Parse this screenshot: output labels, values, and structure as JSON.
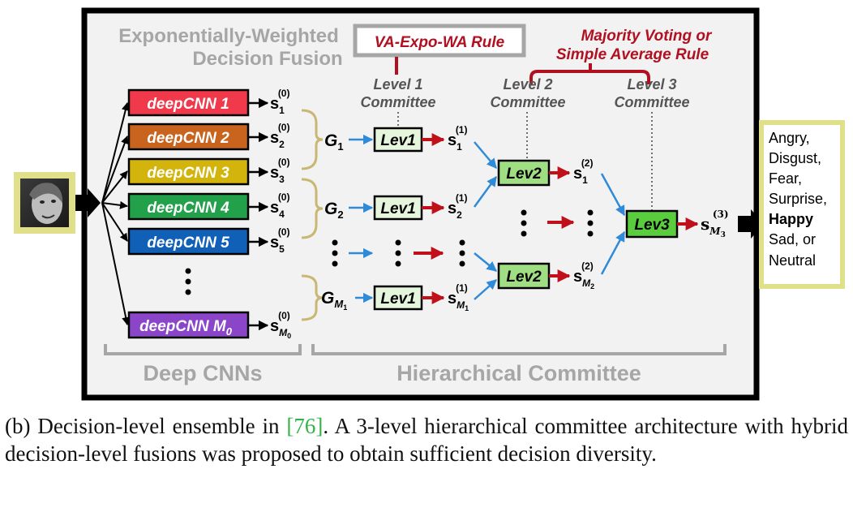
{
  "figure": {
    "title_line1": "Exponentially-Weighted",
    "title_line2": "Decision Fusion",
    "va_rule": "VA-Expo-WA Rule",
    "majority_line1": "Majority Voting or",
    "majority_line2": "Simple Average Rule",
    "level1_line1": "Level 1",
    "level1_line2": "Committee",
    "level2_line1": "Level 2",
    "level2_line2": "Committee",
    "level3_line1": "Level 3",
    "level3_line2": "Committee",
    "cnn_prefix": "deep",
    "cnns": [
      {
        "name": "CNN 1",
        "color": "#f0394a"
      },
      {
        "name": "CNN 2",
        "color": "#c8641e"
      },
      {
        "name": "CNN 3",
        "color": "#d2b40c"
      },
      {
        "name": "CNN 4",
        "color": "#22a04a"
      },
      {
        "name": "CNN 5",
        "color": "#1060b8"
      },
      {
        "name": "CNN M",
        "sub": "0",
        "color": "#8a45c8"
      }
    ],
    "score_symbol": "s",
    "cnn_scores": [
      {
        "sub": "1",
        "sup": "(0)"
      },
      {
        "sub": "2",
        "sup": "(0)"
      },
      {
        "sub": "3",
        "sup": "(0)"
      },
      {
        "sub": "4",
        "sup": "(0)"
      },
      {
        "sub": "5",
        "sup": "(0)"
      },
      {
        "sub": "M",
        "subsub": "0",
        "sup": "(0)"
      }
    ],
    "groups": [
      {
        "label": "G",
        "sub": "1"
      },
      {
        "label": "G",
        "sub": "2"
      },
      {
        "label": "G",
        "sub": "M",
        "subsub": "1"
      }
    ],
    "lev1_label": "Lev1",
    "lev1_scores": [
      {
        "sub": "1",
        "sup": "(1)"
      },
      {
        "sub": "2",
        "sup": "(1)"
      },
      {
        "sub": "M",
        "subsub": "1",
        "sup": "(1)"
      }
    ],
    "lev2_label": "Lev2",
    "lev2_scores": [
      {
        "sub": "1",
        "sup": "(2)"
      },
      {
        "sub": "M",
        "subsub": "2",
        "sup": "(2)"
      }
    ],
    "lev3_label": "Lev3",
    "lev3_score": {
      "sub": "M",
      "subsub": "3",
      "sup": "(3)"
    },
    "output_lines": [
      "Angry,",
      "Disgust,",
      "Fear,",
      "Surprise,",
      "Happy",
      ", Sad, or",
      "Neutral"
    ],
    "output_display": [
      "Angry,",
      "Disgust,",
      "Fear,",
      "Surprise,",
      "Sad, or",
      "Neutral"
    ],
    "output_bold": "Happy",
    "deep_cnns_label": "Deep CNNs",
    "committee_label": "Hierarchical Committee",
    "colors": {
      "frame": "#000000",
      "gray_text": "#a6a6a6",
      "dark_red": "#b01020",
      "blue_arrow": "#2f8ad8",
      "red_arrow": "#c0101a",
      "lev1_fill": "#e6f6dc",
      "lev2_fill": "#9fde82",
      "lev3_fill": "#5acd3e",
      "yellow_border": "#e0e08a"
    }
  },
  "caption": {
    "prefix": "(b) Decision-level ensemble in ",
    "ref": "[76]",
    "text": ". A 3-level hierarchical committee architecture with hybrid decision-level fusions was proposed to obtain sufficient decision diversity."
  }
}
